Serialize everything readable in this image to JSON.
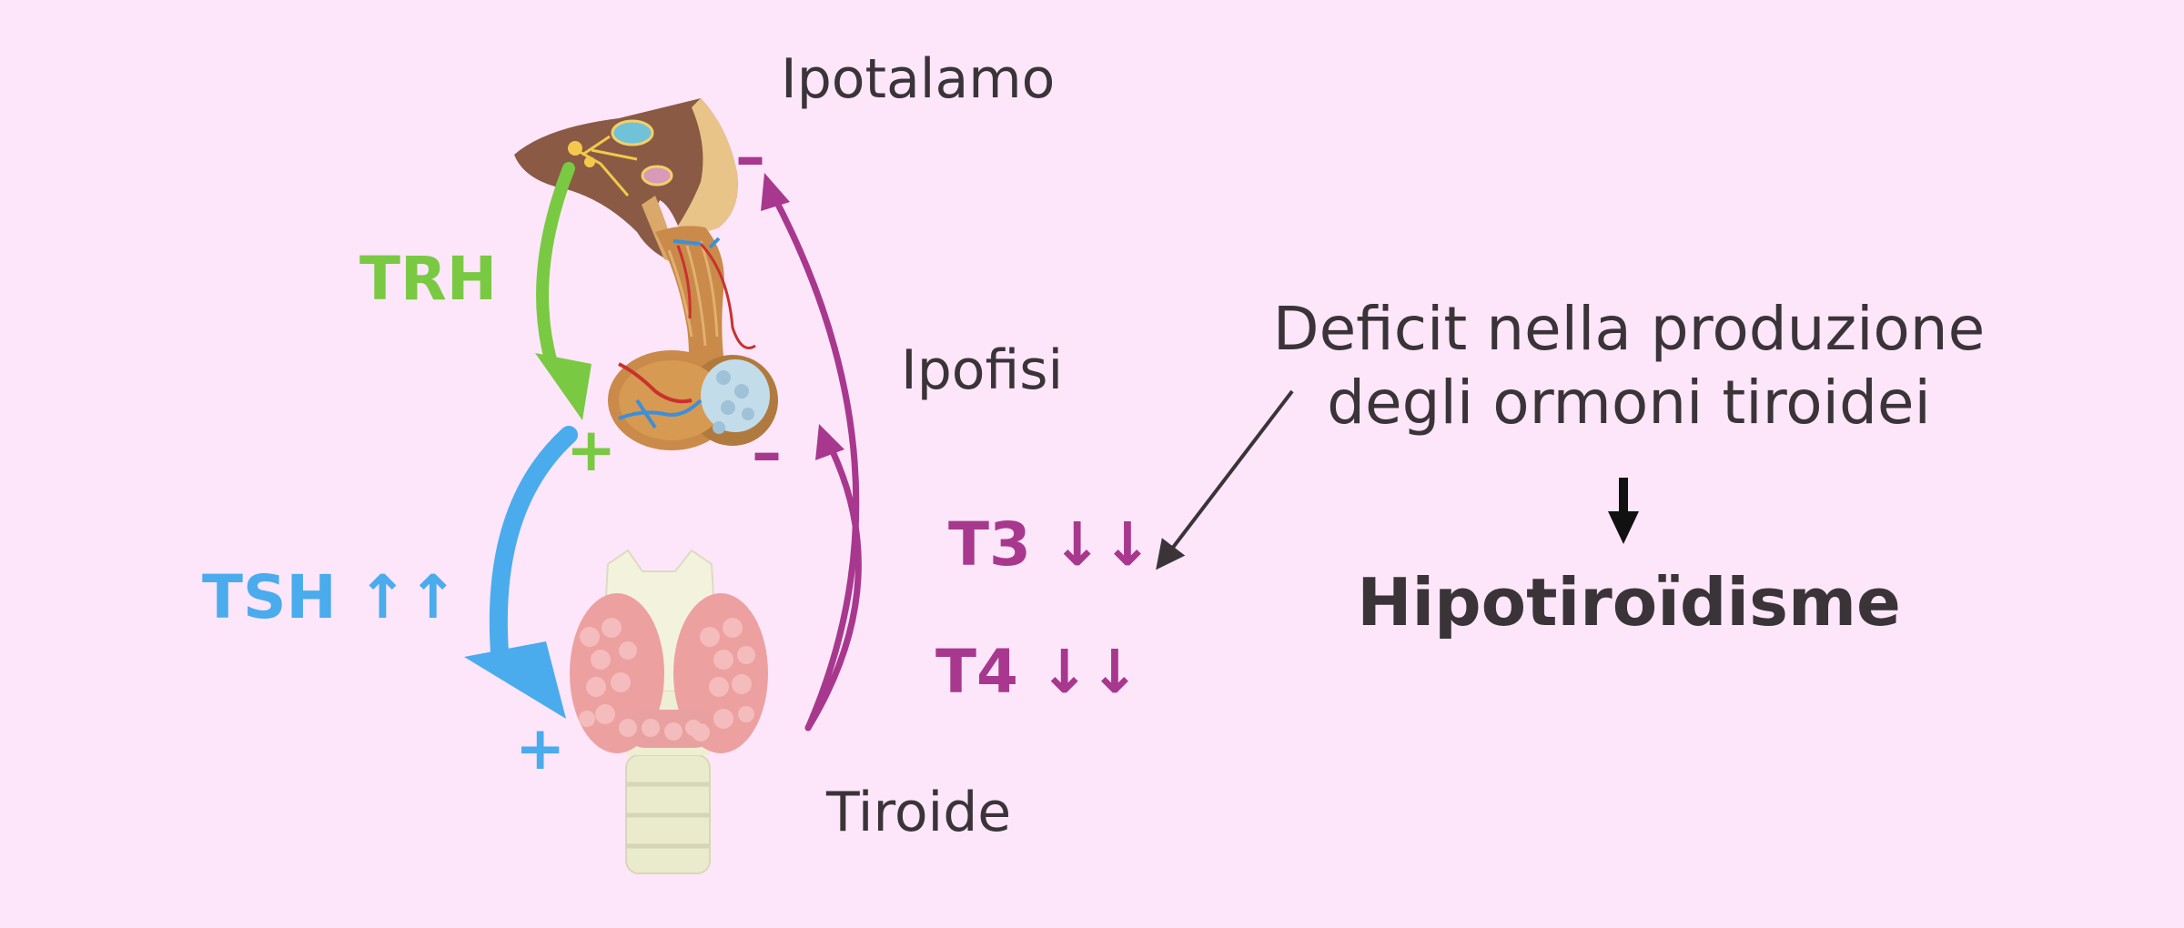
{
  "labels": {
    "hypothalamus": "Ipotalamo",
    "pituitary": "Ipofisi",
    "thyroid": "Tiroide",
    "trh": "TRH",
    "tsh": "TSH",
    "tsh_trend": "↑↑",
    "t3": "T3",
    "t3_trend": "↓↓",
    "t4": "T4",
    "t4_trend": "↓↓",
    "plus_sign": "+",
    "minus_sign": "–"
  },
  "explanation": {
    "line1": "Deficit nella produzione",
    "line2": "degli ormoni tiroidei",
    "result": "Hipotiroïdisme"
  },
  "colors": {
    "background": "#fde6fa",
    "trh_green": "#7ac943",
    "tsh_blue": "#4aabed",
    "feedback_purple": "#a8388e",
    "text_dark": "#3a3438"
  }
}
